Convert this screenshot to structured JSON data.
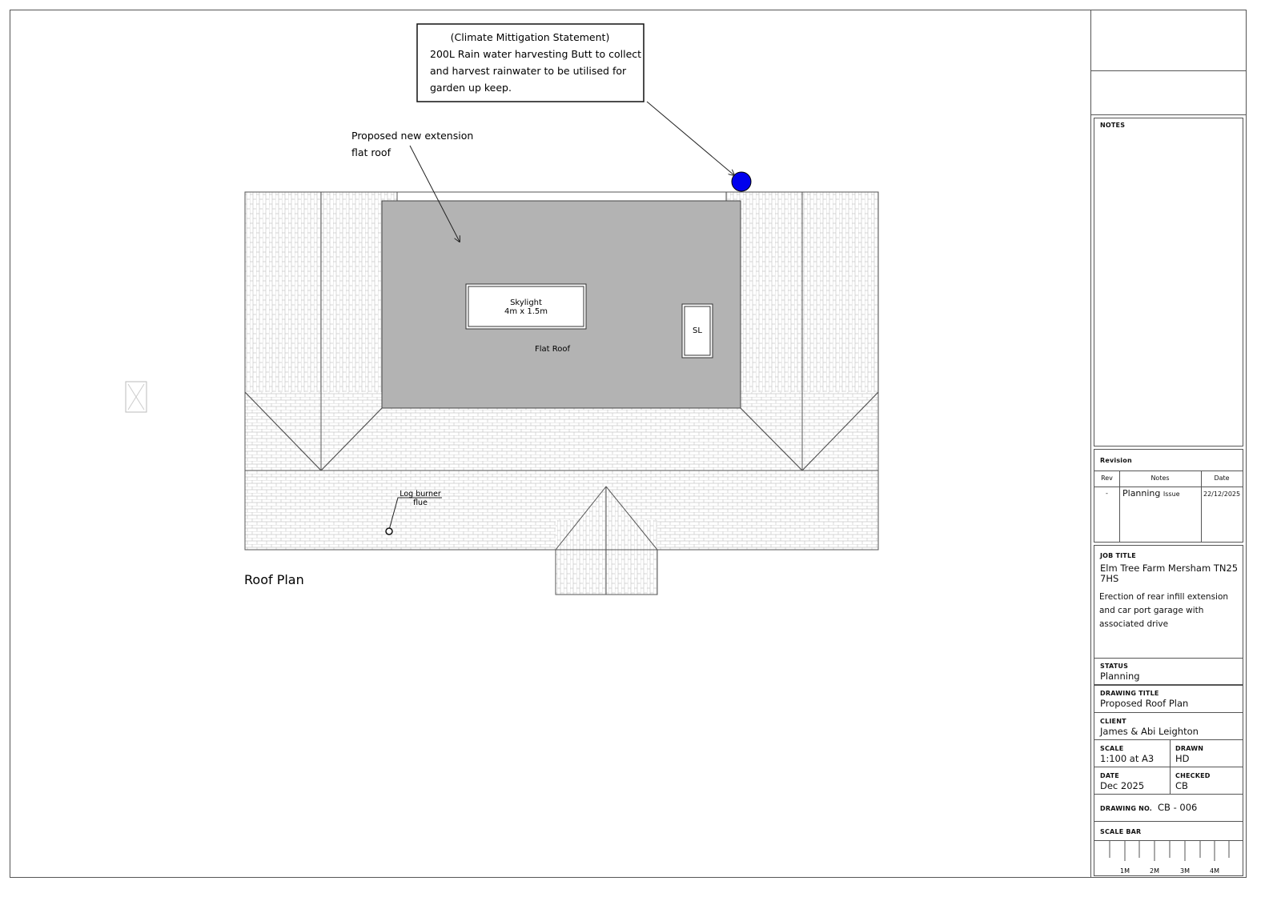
{
  "callout": {
    "title": "(Climate Mittigation Statement)",
    "lines": [
      "200L Rain water harvesting Butt to collect",
      "and harvest rainwater to be utilised for",
      "garden up keep."
    ]
  },
  "extension_label": [
    "Proposed new extension",
    "flat roof"
  ],
  "skylight": {
    "line1": "Skylight",
    "line2": "4m x 1.5m"
  },
  "sl_label": "SL",
  "flat_roof_label": "Flat Roof",
  "flue_label": [
    "Log burner",
    "flue"
  ],
  "drawing_caption": "Roof Plan",
  "colors": {
    "flat_roof": "#b3b3b3",
    "water_butt": "#0000ee"
  },
  "title_block": {
    "notes_label": "NOTES",
    "revision": {
      "label": "Revision",
      "headers": [
        "Rev",
        "Notes",
        "Date"
      ],
      "rows": [
        {
          "rev": "-",
          "note_main": "Planning",
          "note_sub": "Issue",
          "date": "22/12/2025"
        }
      ]
    },
    "job_title_label": "JOB TITLE",
    "job_title": "Elm Tree Farm Mersham TN25 7HS",
    "job_description": "Erection of rear infill extension and car port garage with associated drive",
    "status_label": "STATUS",
    "status": "Planning",
    "drawing_title_label": "DRAWING TITLE",
    "drawing_title": "Proposed Roof Plan",
    "client_label": "CLIENT",
    "client": "James & Abi Leighton",
    "scale_label": "SCALE",
    "scale": "1:100 at A3",
    "drawn_label": "DRAWN",
    "drawn": "HD",
    "date_label": "DATE",
    "date": "Dec 2025",
    "checked_label": "CHECKED",
    "checked": "CB",
    "drawing_no_label": "DRAWING NO.",
    "drawing_no": "CB - 006",
    "scale_bar_label": "SCALE BAR",
    "scale_bar_ticks": [
      "1M",
      "2M",
      "3M",
      "4M"
    ]
  }
}
